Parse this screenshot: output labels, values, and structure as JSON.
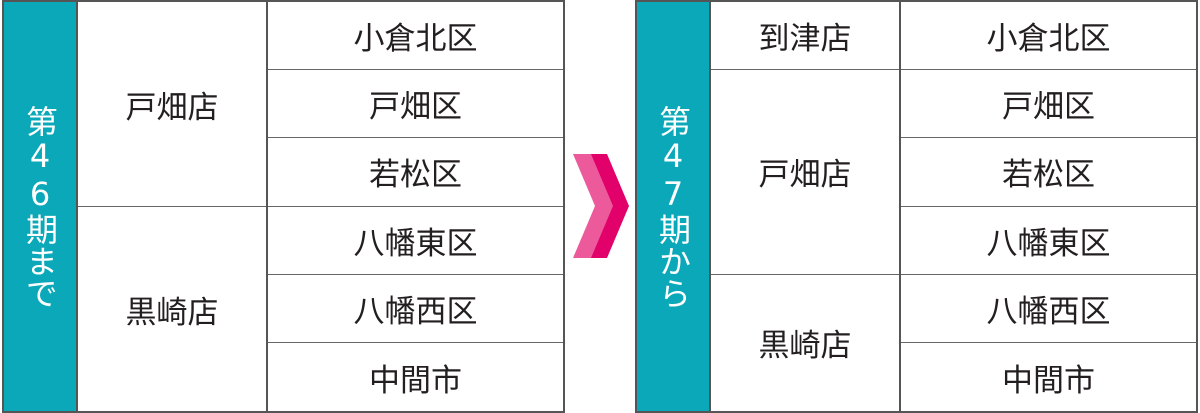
{
  "before": {
    "period_label": "第46期まで",
    "groups": [
      {
        "store": "戸畑店",
        "areas": [
          "小倉北区",
          "戸畑区",
          "若松区"
        ]
      },
      {
        "store": "黒崎店",
        "areas": [
          "八幡東区",
          "八幡西区",
          "中間市"
        ]
      }
    ]
  },
  "after": {
    "period_label": "第47期から",
    "groups": [
      {
        "store": "到津店",
        "areas": [
          "小倉北区"
        ]
      },
      {
        "store": "戸畑店",
        "areas": [
          "戸畑区",
          "若松区",
          "八幡東区"
        ]
      },
      {
        "store": "黒崎店",
        "areas": [
          "八幡西区",
          "中間市"
        ]
      }
    ]
  },
  "colors": {
    "label_bg": "#0aa8b8",
    "arrow_light": "#ec5a9b",
    "arrow_dark": "#e2006a",
    "border": "#555555"
  }
}
